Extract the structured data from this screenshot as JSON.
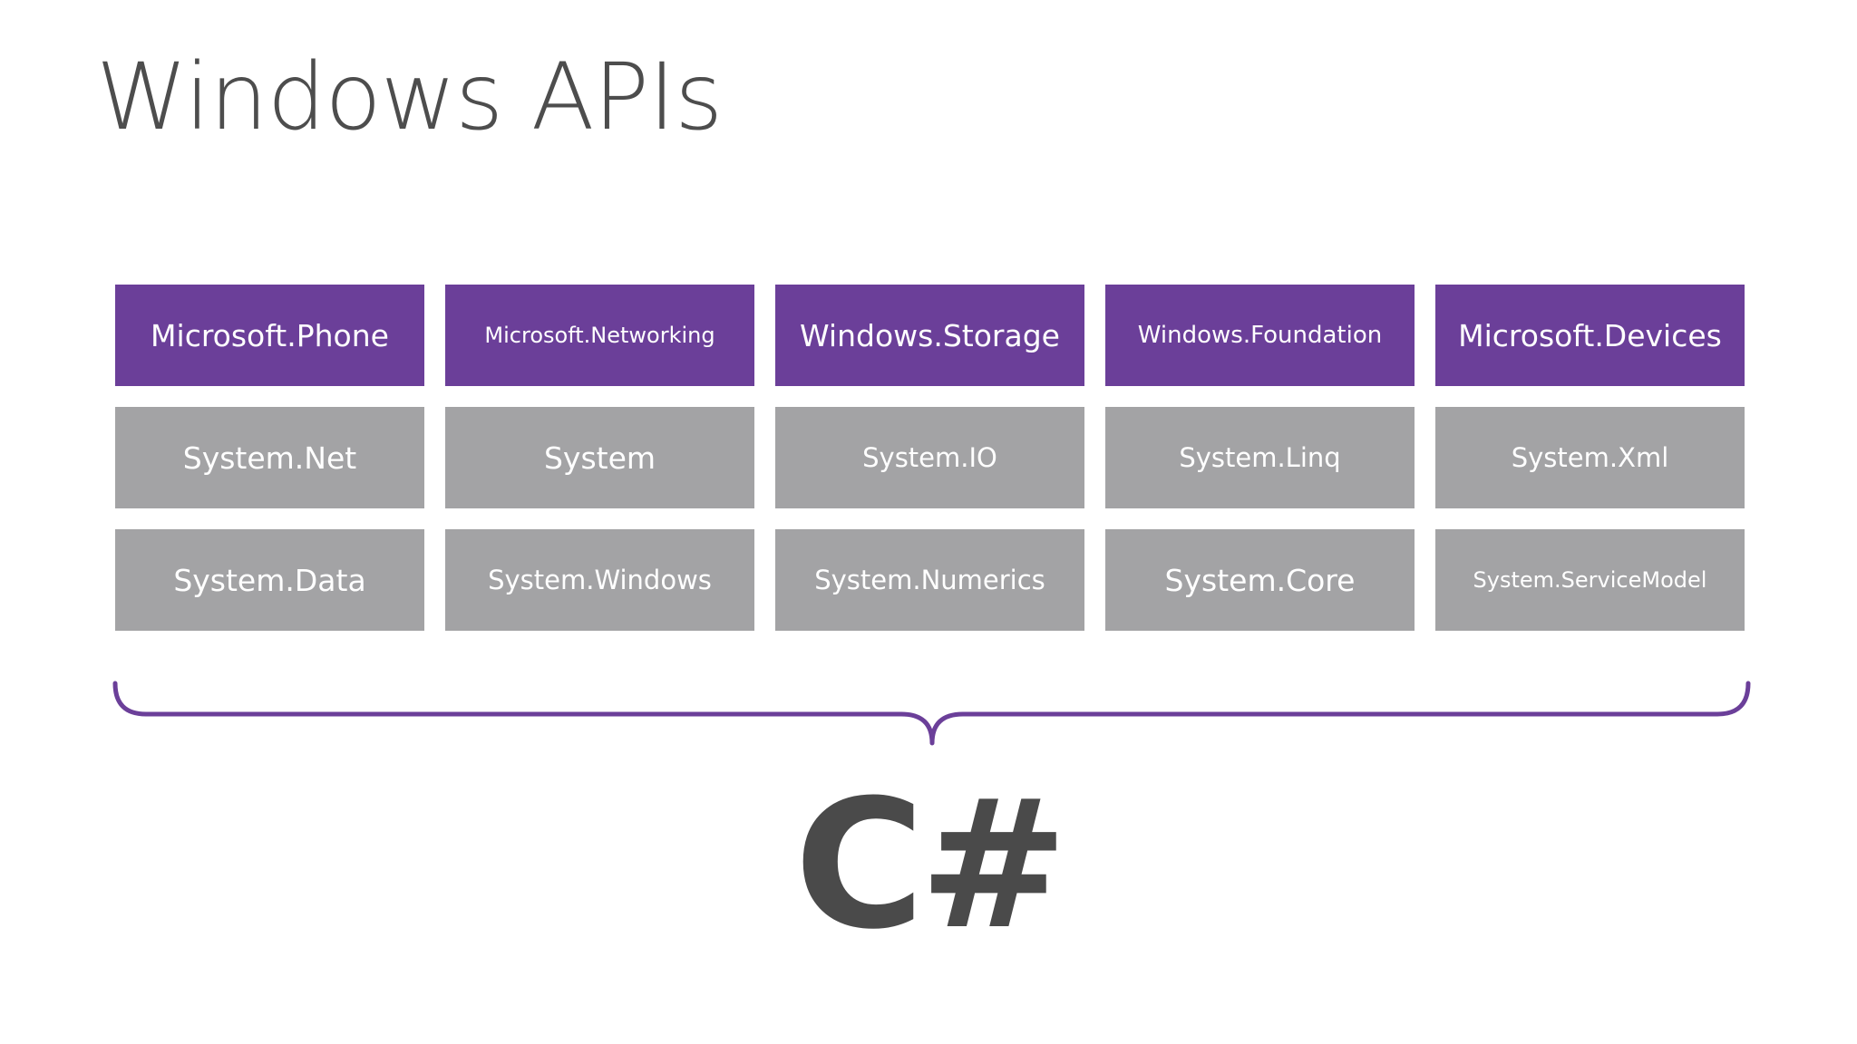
{
  "title": "Windows APIs",
  "rows": [
    {
      "style": "purple",
      "cells": [
        "Microsoft.Phone",
        "Microsoft.Networking",
        "Windows.Storage",
        "Windows.Foundation",
        "Microsoft.Devices"
      ]
    },
    {
      "style": "gray",
      "cells": [
        "System.Net",
        "System",
        "System.IO",
        "System.Linq",
        "System.Xml"
      ]
    },
    {
      "style": "gray",
      "cells": [
        "System.Data",
        "System.Windows",
        "System.Numerics",
        "System.Core",
        "System.ServiceModel"
      ]
    }
  ],
  "language": "C#",
  "colors": {
    "purple": "#6b3f99",
    "gray": "#a3a3a5",
    "brace": "#6b3f99",
    "text_dark": "#4a4a4a"
  }
}
